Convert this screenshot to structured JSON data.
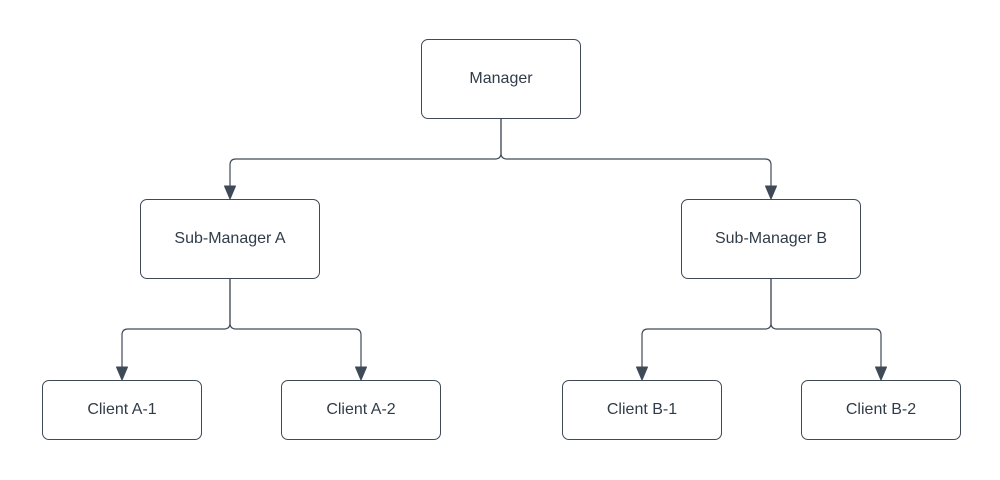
{
  "diagram": {
    "type": "org-chart-tree",
    "nodes": {
      "manager": {
        "label": "Manager",
        "level": 1
      },
      "sub_a": {
        "label": "Sub-Manager A",
        "level": 2
      },
      "sub_b": {
        "label": "Sub-Manager B",
        "level": 2
      },
      "client_a1": {
        "label": "Client A-1",
        "level": 3
      },
      "client_a2": {
        "label": "Client A-2",
        "level": 3
      },
      "client_b1": {
        "label": "Client B-1",
        "level": 3
      },
      "client_b2": {
        "label": "Client B-2",
        "level": 3
      }
    },
    "edges": [
      {
        "from": "manager",
        "to": "sub_a",
        "arrow": "filled-triangle-down"
      },
      {
        "from": "manager",
        "to": "sub_b",
        "arrow": "filled-triangle-down"
      },
      {
        "from": "sub_a",
        "to": "client_a1",
        "arrow": "filled-triangle-down"
      },
      {
        "from": "sub_a",
        "to": "client_a2",
        "arrow": "filled-triangle-down"
      },
      {
        "from": "sub_b",
        "to": "client_b1",
        "arrow": "filled-triangle-down"
      },
      {
        "from": "sub_b",
        "to": "client_b2",
        "arrow": "filled-triangle-down"
      }
    ],
    "colors": {
      "stroke": "#3f4a57",
      "text": "#313c49",
      "node_fill": "#ffffff",
      "background": "#ffffff"
    }
  }
}
